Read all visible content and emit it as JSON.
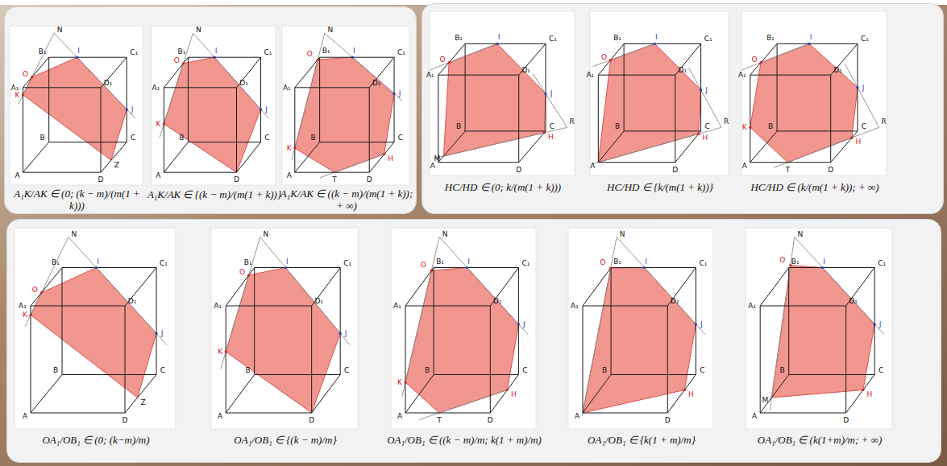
{
  "diagram": {
    "nodes": [
      {
        "text": [
          "A₁K/AK ∈ (0; (k − m)/(m(1 + k)))",
          "A₁K/AK ∈ {(k − m)/(m(1 + k))}",
          "A₁K/AK ∈ ((k − m)/(m(1 + k)); + ∞)"
        ]
      },
      {
        "text": [
          "HC/HD ∈ (0; k/(m(1 + k)))",
          "HC/HD ∈ {k/(m(1 + k))}",
          "HC/HD ∈ (k/(m(1 + k)); + ∞)"
        ]
      },
      {
        "text": [
          "OA₁/OB₁ ∈ (0; (k−m)/m)",
          "OA₁/OB₁ ∈ {(k − m)/m}",
          "OA₁/OB₁ ∈ ((k − m)/m; k(1 + m)/m)",
          "OA₁/OB₁ ∈ {k(1 + m)/m}",
          "OA₁/OB₁ ∈ (k(1+m)/m; + ∞)"
        ]
      }
    ],
    "labels": [
      "N",
      "B₁",
      "I",
      "C₁",
      "O",
      "A₁",
      "K",
      "D₁",
      "J",
      "B",
      "C",
      "Z",
      "A",
      "D",
      "N",
      "B₁",
      "I",
      "C₁",
      "O",
      "A₁",
      "K",
      "D₁",
      "J",
      "B",
      "C",
      "A",
      "D",
      "N",
      "B₁",
      "I",
      "C₁",
      "O",
      "A₁",
      "K",
      "D₁",
      "J",
      "B",
      "C",
      "T",
      "D",
      "H",
      "A",
      "B₁",
      "I",
      "C₁",
      "O",
      "A₁",
      "D₁",
      "J",
      "B",
      "C",
      "R",
      "M",
      "H",
      "D",
      "A",
      "B₁",
      "I",
      "C₁",
      "O",
      "A₁",
      "D₁",
      "J",
      "B",
      "C",
      "R",
      "H",
      "D",
      "A",
      "B₁",
      "I",
      "C₁",
      "O",
      "A₁",
      "D₁",
      "J",
      "K",
      "B",
      "C",
      "R",
      "T",
      "H",
      "D",
      "A",
      "N",
      "B₁",
      "I",
      "C₁",
      "O",
      "A₁",
      "K",
      "D₁",
      "J",
      "B",
      "C",
      "Z",
      "A",
      "D",
      "N",
      "B₁",
      "I",
      "C₁",
      "O",
      "A₁",
      "K",
      "D₁",
      "J",
      "B",
      "C",
      "A",
      "D",
      "N",
      "B₁",
      "O",
      "I",
      "C₁",
      "A₁",
      "D₁",
      "J",
      "K",
      "B",
      "C",
      "T",
      "H",
      "A",
      "D",
      "N",
      "B₁",
      "I",
      "C₁",
      "O",
      "A₁",
      "D₁",
      "J",
      "B",
      "C",
      "H",
      "A",
      "D",
      "N",
      "O",
      "B₁",
      "I",
      "C₁",
      "A₁",
      "D₁",
      "J",
      "B",
      "C",
      "H",
      "M",
      "A",
      "D"
    ]
  }
}
